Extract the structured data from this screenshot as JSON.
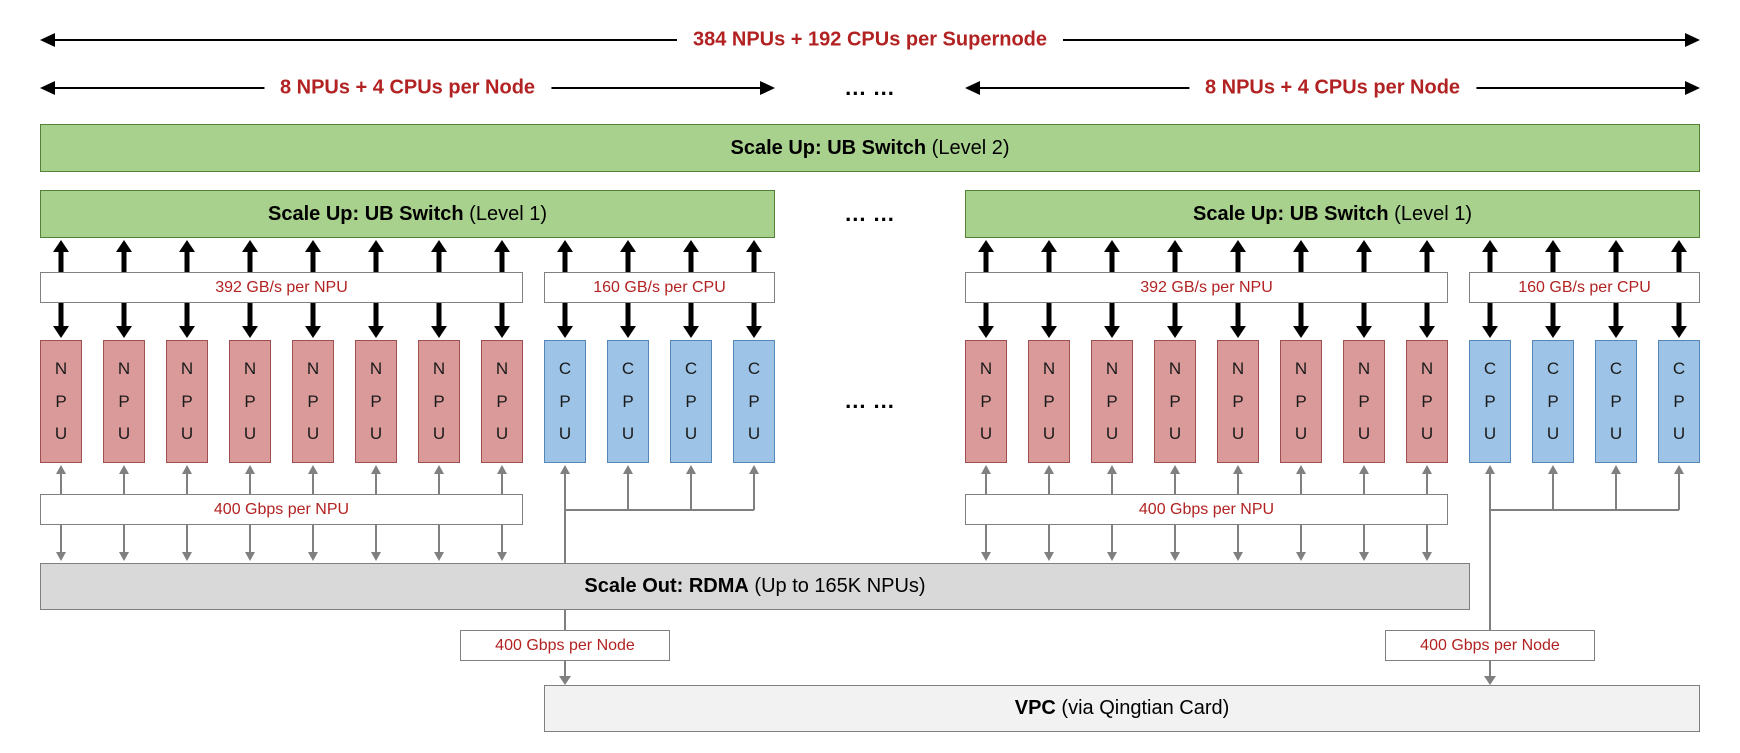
{
  "colors": {
    "accent_red": "#B22222",
    "switch_green": "#A9D18E",
    "npu_pink": "#DA9A9A",
    "cpu_blue": "#9DC3E6",
    "rdma_gray": "#D9D9D9",
    "vpc_gray": "#F2F2F2",
    "link_gray": "#808080",
    "link_black": "#000000"
  },
  "header": {
    "supernode_span": "384 NPUs + 192 CPUs per Supernode",
    "node_span_left": "8 NPUs + 4 CPUs per Node",
    "node_span_right": "8 NPUs + 4 CPUs per Node",
    "ellipsis": "... ..."
  },
  "switches": {
    "level2_bold": "Scale Up: UB Switch",
    "level2_rest": " (Level 2)",
    "level1_left_bold": "Scale Up: UB Switch",
    "level1_left_rest": " (Level 1)",
    "level1_right_bold": "Scale Up: UB Switch",
    "level1_right_rest": " (Level 1)",
    "ellipsis": "... ..."
  },
  "bandwidth": {
    "npu_uplink_left": "392 GB/s per NPU",
    "cpu_uplink_left": "160 GB/s per CPU",
    "npu_uplink_right": "392 GB/s per NPU",
    "cpu_uplink_right": "160 GB/s per CPU",
    "npu_downlink_left": "400 Gbps per NPU",
    "npu_downlink_right": "400 Gbps per NPU",
    "node_downlink_left": "400 Gbps per Node",
    "node_downlink_right": "400 Gbps per Node"
  },
  "chips": {
    "npu_label": "NPU",
    "cpu_label": "CPU",
    "npus_per_node": 8,
    "cpus_per_node": 4,
    "ellipsis": "... ..."
  },
  "planes": {
    "rdma_bold": "Scale Out: RDMA",
    "rdma_rest": " (Up to 165K NPUs)",
    "vpc_bold": "VPC",
    "vpc_rest": " (via Qingtian Card)"
  }
}
